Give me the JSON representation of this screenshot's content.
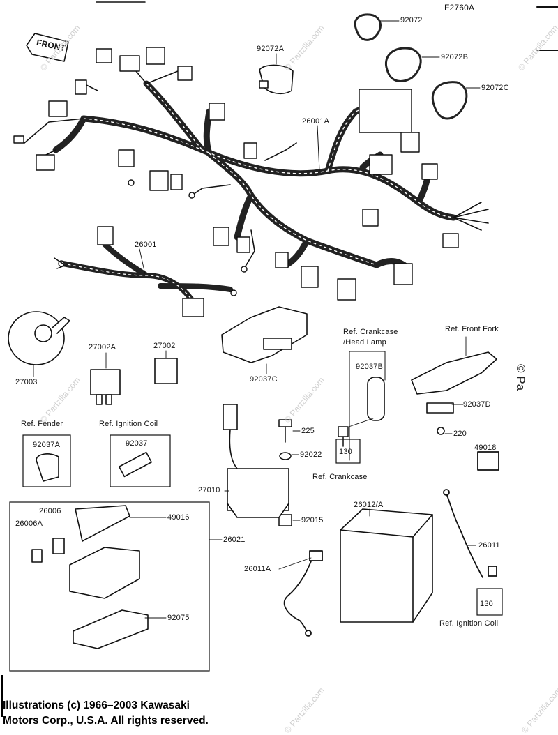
{
  "figure_code": "F2760A",
  "front_label": "FRONT",
  "copyright_line1": "Illustrations (c) 1966–2003 Kawasaki",
  "copyright_line2": "Motors Corp., U.S.A.  All rights reserved.",
  "side_mark": "© Pa",
  "watermark": "© Partzilla.com",
  "parts": {
    "p92072": "92072",
    "p92072A": "92072A",
    "p92072B": "92072B",
    "p92072C": "92072C",
    "p26001A": "26001A",
    "p26001": "26001",
    "p27003": "27003",
    "p27002A": "27002A",
    "p27002": "27002",
    "p92037C": "92037C",
    "p92037B": "92037B",
    "p92037D": "92037D",
    "p220": "220",
    "p92037A": "92037A",
    "p92037": "92037",
    "p225": "225",
    "p92022": "92022",
    "p130a": "130",
    "p49018": "49018",
    "p27010": "27010",
    "p92015": "92015",
    "p26006": "26006",
    "p26006A": "26006A",
    "p49016": "49016",
    "p26021": "26021",
    "p26012A": "26012/A",
    "p26011": "26011",
    "p26011A": "26011A",
    "p130b": "130",
    "p92075": "92075"
  },
  "refs": {
    "crankcase_head1": "Ref. Crankcase",
    "crankcase_head2": "/Head Lamp",
    "front_fork": "Ref. Front Fork",
    "fender": "Ref. Fender",
    "ignition_coil": "Ref. Ignition Coil",
    "crankcase": "Ref. Crankcase",
    "ignition_coil_2": "Ref. Ignition Coil"
  }
}
